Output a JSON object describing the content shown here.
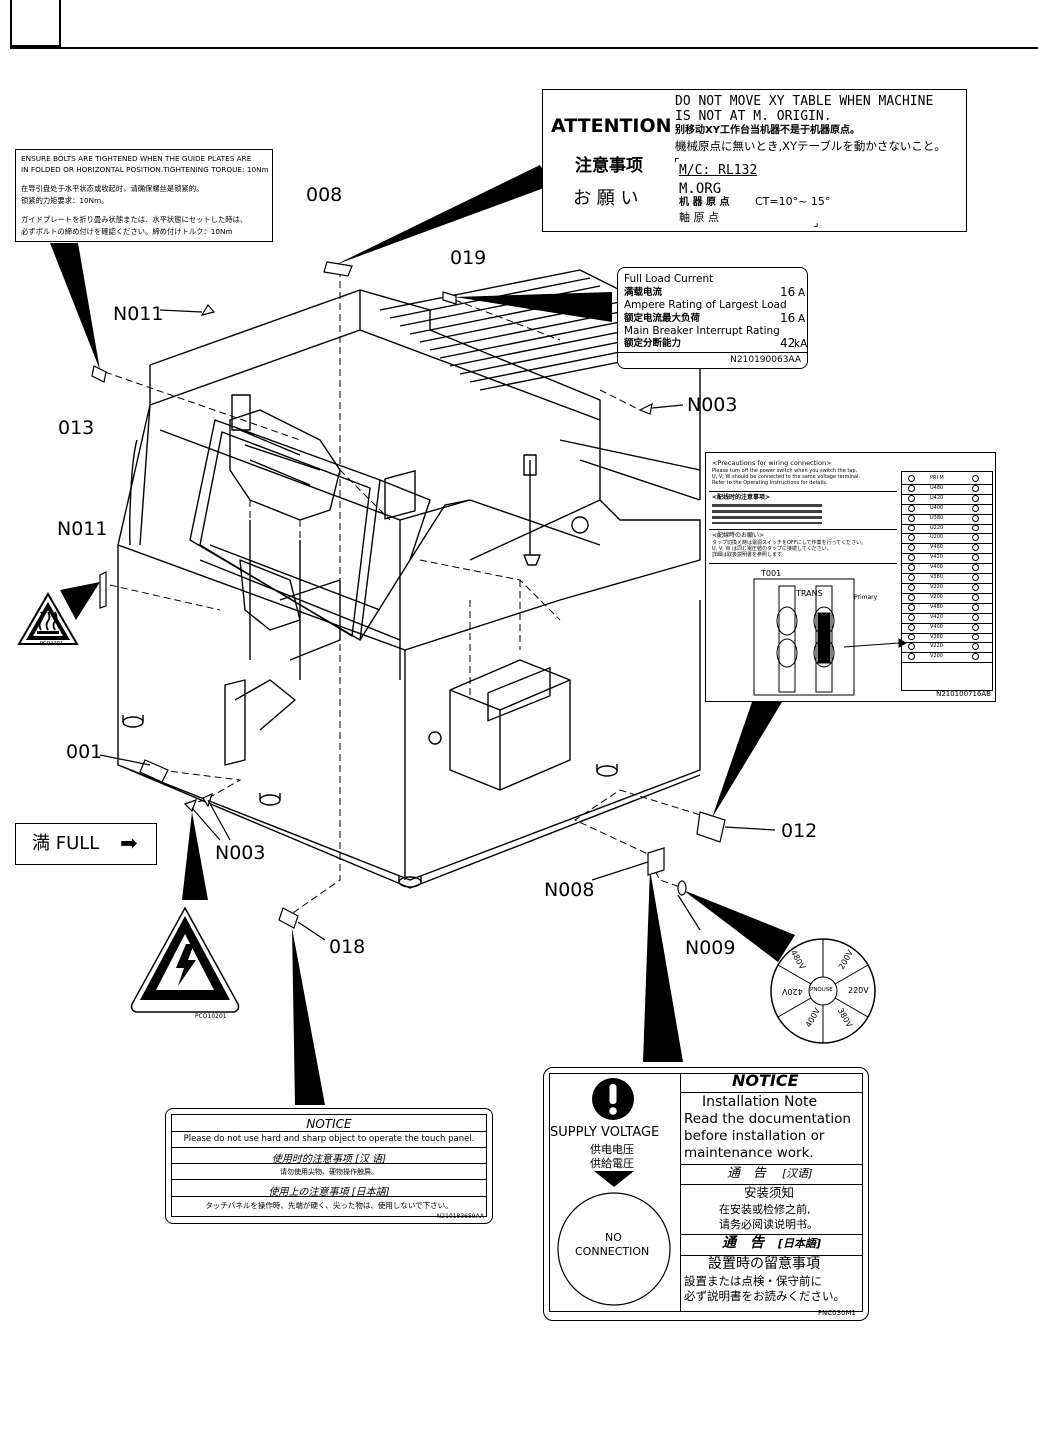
{
  "labels": {
    "l008": "008",
    "l019": "019",
    "l013": "013",
    "l001": "001",
    "l018": "018",
    "l012": "012",
    "n011a": "N011",
    "n011b": "N011",
    "n003a": "N003",
    "n003b": "N003",
    "n008": "N008",
    "n009": "N009"
  },
  "guide_label": {
    "en1": "ENSURE BOLTS ARE TIGHTENED WHEN THE GUIDE PLATES ARE",
    "en2": "IN FOLDED OR HORIZONTAL POSITION.TIGHTENING TORQUE: 10Nm",
    "zh1": "在导引盘处于水平状态或收起时，请确保螺丝是锁紧的。",
    "zh2": "锁紧的力矩要求：10Nm。",
    "ja1": "ガイドプレートを折り畳み状態または、水平状態にセットした時は、",
    "ja2": "必ずボルトの締め付けを確認ください。締め付けトルク：10Nm"
  },
  "attention_label": {
    "title_en": "ATTENTION",
    "title_zh": "注意事项",
    "title_ja": "お 願 い",
    "line1": "DO NOT MOVE XY TABLE WHEN MACHINE",
    "line2": "IS NOT AT M. ORIGIN.",
    "line3": "别移动XY工作台当机器不是于机器原点。",
    "line4": "機械原点に無いとき,XYテーブルを動かさないこと。",
    "mc": "M/C: RL132",
    "morg": "M.ORG",
    "origin_zh": "机 器 原 点",
    "ct": "CT=10°~ 15°",
    "origin_ja": "軸 原 点"
  },
  "load_label": {
    "r1": "Full Load Current",
    "r2": "满载电流",
    "r2v": "16",
    "r2u": "A",
    "r3": "Ampere Rating of Largest Load",
    "r4": "额定电流最大负荷",
    "r4v": "16",
    "r4u": "A",
    "r5": "Main Breaker Interrupt Rating",
    "r6": "额定分断能力",
    "r6v": "42",
    "r6u": "kA",
    "code": "N210190063AA"
  },
  "wiring_label": {
    "title": "<Precautions for wiring connection>",
    "en1": "Please turn off the power switch when you switch the tap.",
    "en2": "U, V, W should be connected to the same voltage terminal.",
    "en3": "Refer to the Operating Instructions for details.",
    "zh_title": "<配线时的注意事项>",
    "ja_title": "<配線時のお願い>",
    "ja1": "タップ切換え時は電源スイッチをOFFにして作業を行ってください。",
    "ja2": "U, V, W は同じ電圧値のタップに接続してください。",
    "ja3": "詳細は取扱説明書を参照します。",
    "t001": "T001",
    "trans": "TRANS",
    "primary": "Primary",
    "code": "N210100716AB",
    "terms": [
      "PRI M",
      "U480",
      "U420",
      "U400",
      "U380",
      "U220",
      "U200",
      "V480",
      "V420",
      "V400",
      "V380",
      "V220",
      "V200",
      "V480",
      "V420",
      "V400",
      "V380",
      "V220",
      "V200"
    ]
  },
  "full_tag": {
    "text": "満 FULL",
    "arrow": "➡"
  },
  "hot_code": "PCO1201",
  "shock_code": "PCO10201",
  "touch_notice": {
    "title": "NOTICE",
    "en": "Please do not use hard and sharp object to operate the touch panel.",
    "zh_title": "使用时的注意事项 [汉 语]",
    "zh": "请勿使用尖物、硬物操作触屏。",
    "ja_title": "使用上の注意事項 [日本語]",
    "ja": "タッチパネルを操作時、先端が硬く、尖った物は、使用しないで下さい。",
    "code": "N210183659AA"
  },
  "dial": {
    "center": "PNOUSE",
    "v1": "200V",
    "v2": "220V",
    "v3": "380V",
    "v4": "400V",
    "v5": "420V",
    "v6": "480V"
  },
  "supply_notice": {
    "title": "NOTICE",
    "install_en_title": "Installation Note",
    "install_en1": "Read the documentation",
    "install_en2": "before installation or",
    "install_en3": "maintenance work.",
    "zh_head": "通　告",
    "zh_head_tag": "[汉语]",
    "zh_title": "安装须知",
    "zh1": "在安装或检修之前,",
    "zh2": "请务必阅读说明书。",
    "ja_head": "通　告",
    "ja_head_tag": "[日本語]",
    "ja_title": "設置時の留意事項",
    "ja1": "設置または点検・保守前に",
    "ja2": "必ず説明書をお読みください。",
    "supply_en": "SUPPLY VOLTAGE",
    "supply_zh": "供电电压",
    "supply_ja": "供給電圧",
    "no1": "NO",
    "no2": "CONNECTION",
    "code": "FNC030M1"
  }
}
